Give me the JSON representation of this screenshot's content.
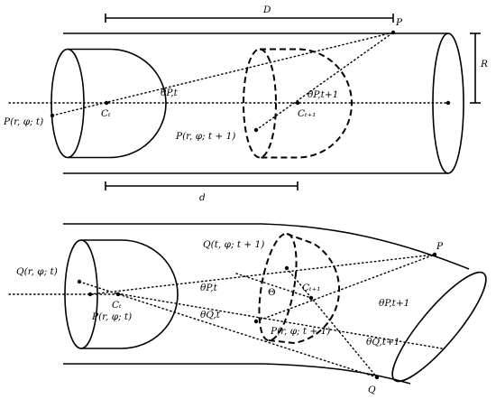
{
  "top": {
    "D": "D",
    "d": "d",
    "R": "R",
    "P": "P",
    "P_r_phi_t": "P(r, φ; t)",
    "P_r_phi_t1": "P(r, φ; t + 1)",
    "C_t": "Cₜ",
    "C_t1": "Cₜ₊₁",
    "theta_Pt": "θP,t",
    "theta_Pt1": "θP,t+1"
  },
  "bottom": {
    "P": "P",
    "Q": "Q",
    "Q_r_phi_t": "Q(r, φ; t)",
    "Q_t_phi_t1": "Q(t, φ; t + 1)",
    "P_r_phi_t": "P(r, φ; t)",
    "P_r_phi_t1": "P(r, φ; t + 1)",
    "C_t": "Cₜ",
    "C_t1": "Cₜ₊₁",
    "theta_Pt": "θP,t",
    "theta_Qt": "θQ,t",
    "theta_Pt1": "θP,t+1",
    "theta_Qt1": "θQ,t+1",
    "Theta": "Θ"
  }
}
